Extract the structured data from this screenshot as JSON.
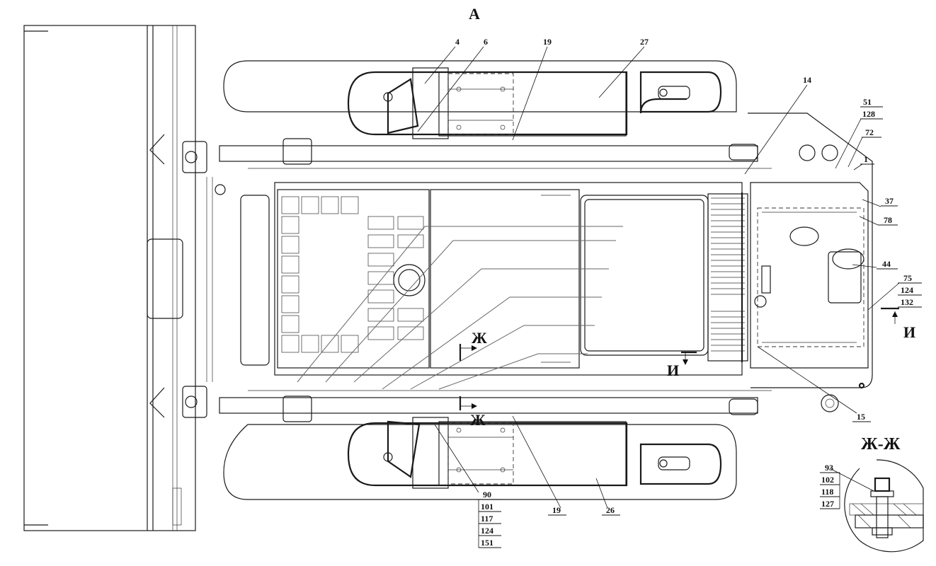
{
  "view_title": "А",
  "section_title": "Ж-Ж",
  "section_marks": {
    "zh_upper": "Ж",
    "zh_lower": "Ж",
    "i_left": "И",
    "i_right": "И"
  },
  "callouts": {
    "c4": "4",
    "c6": "6",
    "c19_top": "19",
    "c27": "27",
    "c14": "14",
    "c51": "51",
    "c128": "128",
    "c72": "72",
    "c1": "1",
    "c37": "37",
    "c78": "78",
    "c44": "44",
    "c75": "75",
    "c124_right": "124",
    "c132": "132",
    "c15": "15",
    "c19_bottom": "19",
    "c26": "26"
  },
  "callout_stack_bottom": [
    "90",
    "101",
    "117",
    "124",
    "151"
  ],
  "callout_stack_section": [
    "93",
    "102",
    "118",
    "127"
  ]
}
